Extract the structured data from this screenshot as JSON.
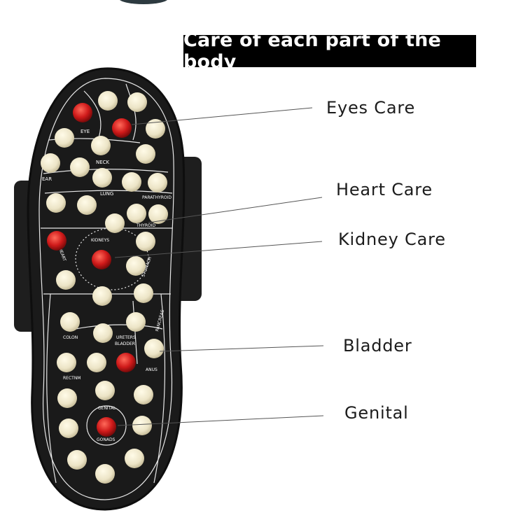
{
  "title": "Care of each part of the body",
  "callouts": [
    {
      "label": "Eyes Care"
    },
    {
      "label": "Heart Care"
    },
    {
      "label": "Kidney Care"
    },
    {
      "label": "Bladder"
    },
    {
      "label": "Genital"
    }
  ],
  "zones": {
    "eye": "EYE",
    "neck": "NECK",
    "ear": "EAR",
    "lung": "LUNG",
    "parathyroid": "PARATHYROID",
    "thyroid": "THYROID",
    "kidneys": "KIDNEYS",
    "heart": "HEART",
    "stomach": "STOMACH",
    "pancreas": "PANCREAS",
    "colon": "COLON",
    "ureters": "URETERS",
    "bladder": "BLADDER",
    "anus": "ANUS",
    "rectum": "RECTNM",
    "genital": "GENITAL",
    "gonads": "GONADS"
  },
  "colors": {
    "slipper": "#1a1a1a",
    "strap": "#222222",
    "nub_cream": "#ece4c6",
    "nub_red": "#c8141a",
    "line": "#ffffff"
  }
}
